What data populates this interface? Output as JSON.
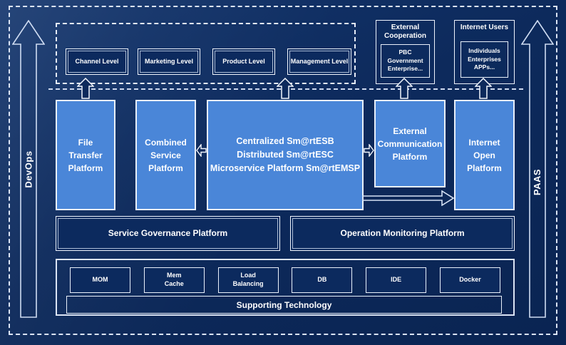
{
  "colors": {
    "background": "#0d2a5c",
    "platform_blue": "#4a86d8",
    "box_navy": "#0c2a5e",
    "border_light": "#dce6f5",
    "text": "#ffffff"
  },
  "side_rails": {
    "left_label": "DevOps",
    "right_label": "PAAS"
  },
  "top_section": {
    "levels": [
      "Channel Level",
      "Marketing Level",
      "Product Level",
      "Management Level"
    ],
    "external_cooperation": {
      "title": "External\nCooperation",
      "members": "PBC Government\nEnterprise..."
    },
    "internet_users": {
      "title": "Internet Users",
      "members": "Individuals\nEnterprises\nAPPs..."
    }
  },
  "platforms": {
    "file_transfer": "File\nTransfer\nPlatform",
    "combined_service": "Combined\nService\nPlatform",
    "core": "Centralized Sm@rtESB\nDistributed Sm@rtESC\nMicroservice Platform Sm@rtEMSP",
    "external_communication": "External\nCommunication\nPlatform",
    "internet_open": "Internet\nOpen\nPlatform"
  },
  "management_row": {
    "service_governance": "Service Governance Platform",
    "operation_monitoring": "Operation Monitoring Platform"
  },
  "supporting_section": {
    "technologies": [
      "MOM",
      "Mem\nCache",
      "Load\nBalancing",
      "DB",
      "IDE",
      "Docker"
    ],
    "label": "Supporting Technology"
  }
}
